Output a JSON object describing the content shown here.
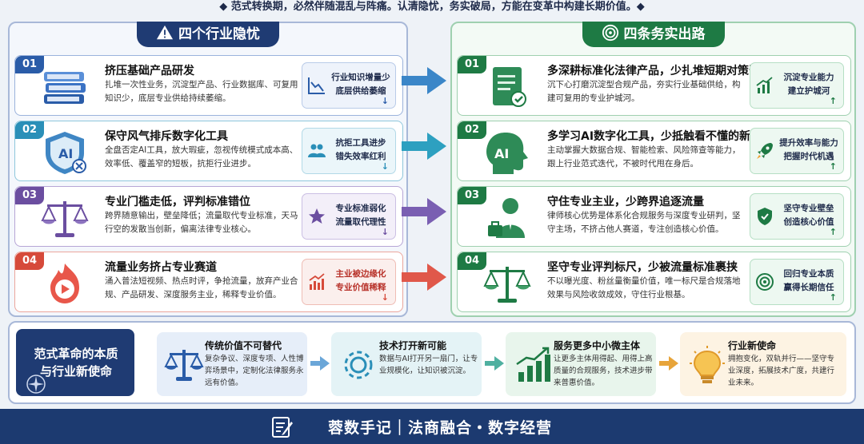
{
  "banner": "◆  范式转换期，必然伴随混乱与阵痛。认清隐忧，务实破局，方能在变革中构建长期价值。◆",
  "left_panel": {
    "title": "四个行业隐忧",
    "rows": [
      {
        "num": "01",
        "title": "挤压基础产品研发",
        "desc": "扎堆一次性业务，沉淀型产品、行业数据库、可复用知识少，底层专业供给持续萎缩。",
        "tag_line1": "行业知识增量少",
        "tag_line2": "底层供给萎缩",
        "tag_arrow": "↓",
        "icon": "books-icon",
        "tag_icon": "decline-chart-icon"
      },
      {
        "num": "02",
        "title": "保守风气排斥数字化工具",
        "desc": "全盘否定AI工具，放大瑕疵，忽视传统模式成本高、效率低、覆盖窄的短板，抗拒行业进步。",
        "tag_line1": "抗拒工具进步",
        "tag_line2": "错失效率红利",
        "tag_arrow": "↓",
        "icon": "ai-shield-icon",
        "tag_icon": "people-icon"
      },
      {
        "num": "03",
        "title": "专业门槛走低，评判标准错位",
        "desc": "跨界随意输出，壁垒降低；流量取代专业标准，天马行空的发散当创新，偏离法律专业核心。",
        "tag_line1": "专业标准弱化",
        "tag_line2": "流量取代理性",
        "tag_arrow": "↓",
        "icon": "scales-icon",
        "tag_icon": "star-icon"
      },
      {
        "num": "04",
        "title": "流量业务挤占专业赛道",
        "desc": "涌入普法短视频、热点时评，争抢流量，放弃产业合规、产品研发、深度服务主业，稀释专业价值。",
        "tag_line1": "主业被边缘化",
        "tag_line2": "专业价值稀释",
        "tag_arrow": "↓",
        "icon": "video-flame-icon",
        "tag_icon": "bar-growth-icon"
      }
    ]
  },
  "right_panel": {
    "title": "四条务实出路",
    "rows": [
      {
        "num": "01",
        "title": "多深耕标准化法律产品，少扎堆短期对策咨询",
        "desc": "沉下心打磨沉淀型合规产品，夯实行业基础供给，构建可复用的专业护城河。",
        "tag_line1": "沉淀专业能力",
        "tag_line2": "建立护城河",
        "tag_arrow": "↑",
        "icon": "document-check-icon",
        "tag_icon": "growth-chart-icon"
      },
      {
        "num": "02",
        "title": "多学习AI数字化工具，少抵触看不懂的新方法",
        "desc": "主动掌握大数据合规、智能检索、风险筛查等能力，跟上行业范式迭代，不被时代甩在身后。",
        "tag_line1": "提升效率与能力",
        "tag_line2": "把握时代机遇",
        "tag_arrow": "↑",
        "icon": "ai-head-icon",
        "tag_icon": "rocket-icon"
      },
      {
        "num": "03",
        "title": "守住专业主业，少跨界追逐流量",
        "desc": "律师核心优势是体系化合规服务与深度专业研判，坚守主场，不挤占他人赛道，专注创造核心价值。",
        "tag_line1": "坚守专业壁垒",
        "tag_line2": "创造核心价值",
        "tag_arrow": "↑",
        "icon": "lawyer-icon",
        "tag_icon": "shield-check-icon"
      },
      {
        "num": "04",
        "title": "坚守专业评判标尺，少被流量标准裹挟",
        "desc": "不以曝光度、粉丝量衡量价值，唯一标尺是合规落地效果与风险收敛成效，守住行业根基。",
        "tag_line1": "回归专业本质",
        "tag_line2": "赢得长期信任",
        "tag_arrow": "↑",
        "icon": "scales-icon",
        "tag_icon": "target-icon"
      }
    ]
  },
  "essence": {
    "line1": "范式革命的本质",
    "line2": "与行业新使命",
    "icon": "compass-icon"
  },
  "steps": [
    {
      "title": "传统价值不可替代",
      "desc": "复杂争议、深度专项、人性博弈场景中，定制化法律服务永远有价值。",
      "icon": "scales-icon"
    },
    {
      "title": "技术打开新可能",
      "desc": "数据与AI打开另一扇门，让专业规模化，让知识被沉淀。",
      "icon": "gear-icon"
    },
    {
      "title": "服务更多中小微主体",
      "desc": "让更多主体用得起、用得上高质量的合规服务，技术进步带来普惠价值。",
      "icon": "growth-chart-icon"
    },
    {
      "title": "行业新使命",
      "desc": "拥抱变化，双轨并行——坚守专业深度，拓展技术广度，共建行业未来。",
      "icon": "lightbulb-icon"
    }
  ],
  "footer": {
    "text": "蓉数手记｜法商融合・数字经营",
    "icon": "notebook-pen-icon"
  },
  "colors": {
    "navy": "#1f3b73",
    "green": "#1e7a44",
    "row1": "#2a5ca8",
    "row2": "#2a8fb8",
    "row3": "#6b4ea0",
    "row4": "#d64a3a"
  }
}
